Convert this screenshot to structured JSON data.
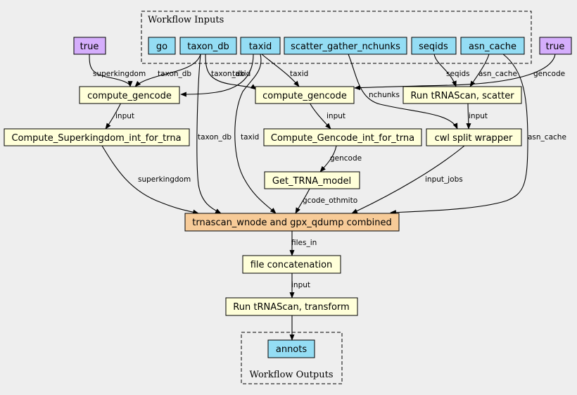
{
  "colors": {
    "background": "#eeeeee",
    "input": "#94ddf4",
    "default": "#d5aefc",
    "step": "#ffffd9",
    "combined": "#f7cb98"
  },
  "clusters": {
    "inputs": "Workflow Inputs",
    "outputs": "Workflow Outputs"
  },
  "nodes": {
    "go": "go",
    "taxon_db": "taxon_db",
    "taxid": "taxid",
    "scatter_gather_nchunks": "scatter_gather_nchunks",
    "seqids": "seqids",
    "asn_cache": "asn_cache",
    "true_left": "true",
    "true_right": "true",
    "compute_gencode_1": "compute_gencode",
    "compute_gencode_2": "compute_gencode",
    "run_trnascan_scatter": "Run tRNAScan, scatter",
    "compute_superkingdom": "Compute_Superkingdom_int_for_trna",
    "compute_gencode_int": "Compute_Gencode_int_for_trna",
    "cwl_split_wrapper": "cwl split wrapper",
    "get_trna_model": "Get_TRNA_model",
    "trnascan_combined": "trnascan_wnode and gpx_qdump combined",
    "file_concatenation": "file concatenation",
    "run_trnascan_transform": "Run tRNAScan, transform",
    "annots": "annots"
  },
  "edge_labels": {
    "superkingdom_1": "superkingdom",
    "taxon_db_1": "taxon_db",
    "taxon_db_2": "taxon_db",
    "taxid_1": "taxid",
    "taxid_2": "taxid",
    "seqids": "seqids",
    "asn_cache_1": "asn_cache",
    "gencode_1": "gencode",
    "input_1": "input",
    "input_2": "input",
    "nchunks": "nchunks",
    "input_3": "input",
    "taxon_db_3": "taxon_db",
    "taxid_3": "taxid",
    "asn_cache_2": "asn_cache",
    "gencode_2": "gencode",
    "superkingdom_2": "superkingdom",
    "input_jobs": "input_jobs",
    "gcode_othmito": "gcode_othmito",
    "files_in": "files_in",
    "input_4": "input"
  }
}
